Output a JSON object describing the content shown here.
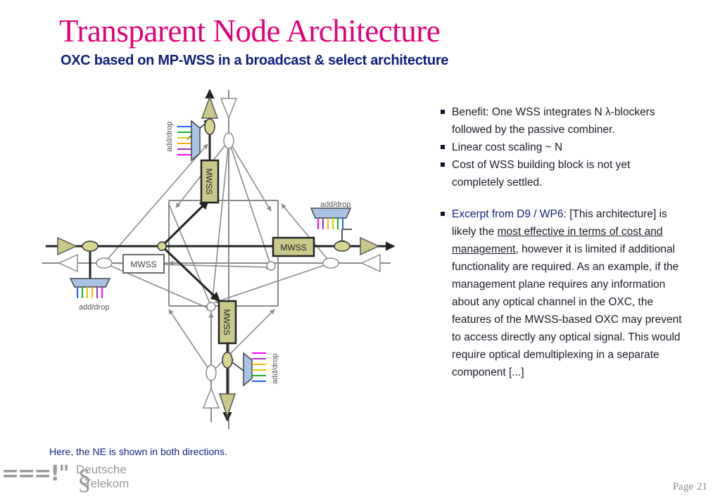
{
  "header": {
    "title": "Transparent Node Architecture",
    "subtitle": "OXC based on MP-WSS in a broadcast & select architecture"
  },
  "diagram": {
    "mwss_label": "MWSS",
    "add_drop_label": "add/drop",
    "colors": {
      "mwss_fill": "#c8c98a",
      "coupler_fill": "#d7d793",
      "mux_fill": "#a9c3e6",
      "dark_line": "#222222",
      "light_line": "#8a8a8a"
    },
    "add_drop_fiber_colors": [
      "#ff00ff",
      "#a030c0",
      "#ffb000",
      "#d6d000",
      "#20b020",
      "#2060ff"
    ]
  },
  "bullets": {
    "b1": {
      "text_before": "Benefit: One WSS integrates N ",
      "lambda": "λ",
      "text_after": "-blockers followed by the passive combiner."
    },
    "b2": "Linear cost scaling ~ N",
    "b3": "Cost of WSS building block is not yet completely settled.",
    "b4": {
      "highlight": "Excerpt from D9 / WP6:",
      "p1": " [This architecture] is likely the ",
      "underlined": "most effective in terms of cost and management",
      "p2": ", however it is limited if additional functionality are required. As an example, if the management plane requires any information about any optical channel in the OXC, the features of the MWSS-based OXC may prevent to access directly any optical signal. This would require optical demultiplexing in a separate component [...]"
    }
  },
  "caption": "Here, the NE is shown in both directions.",
  "logo": {
    "bars": "===!\"",
    "t": "§",
    "name_line1": "Deutsche",
    "name_line2": "Telekom"
  },
  "footer": {
    "page_label": "Page",
    "page_number": "21"
  }
}
